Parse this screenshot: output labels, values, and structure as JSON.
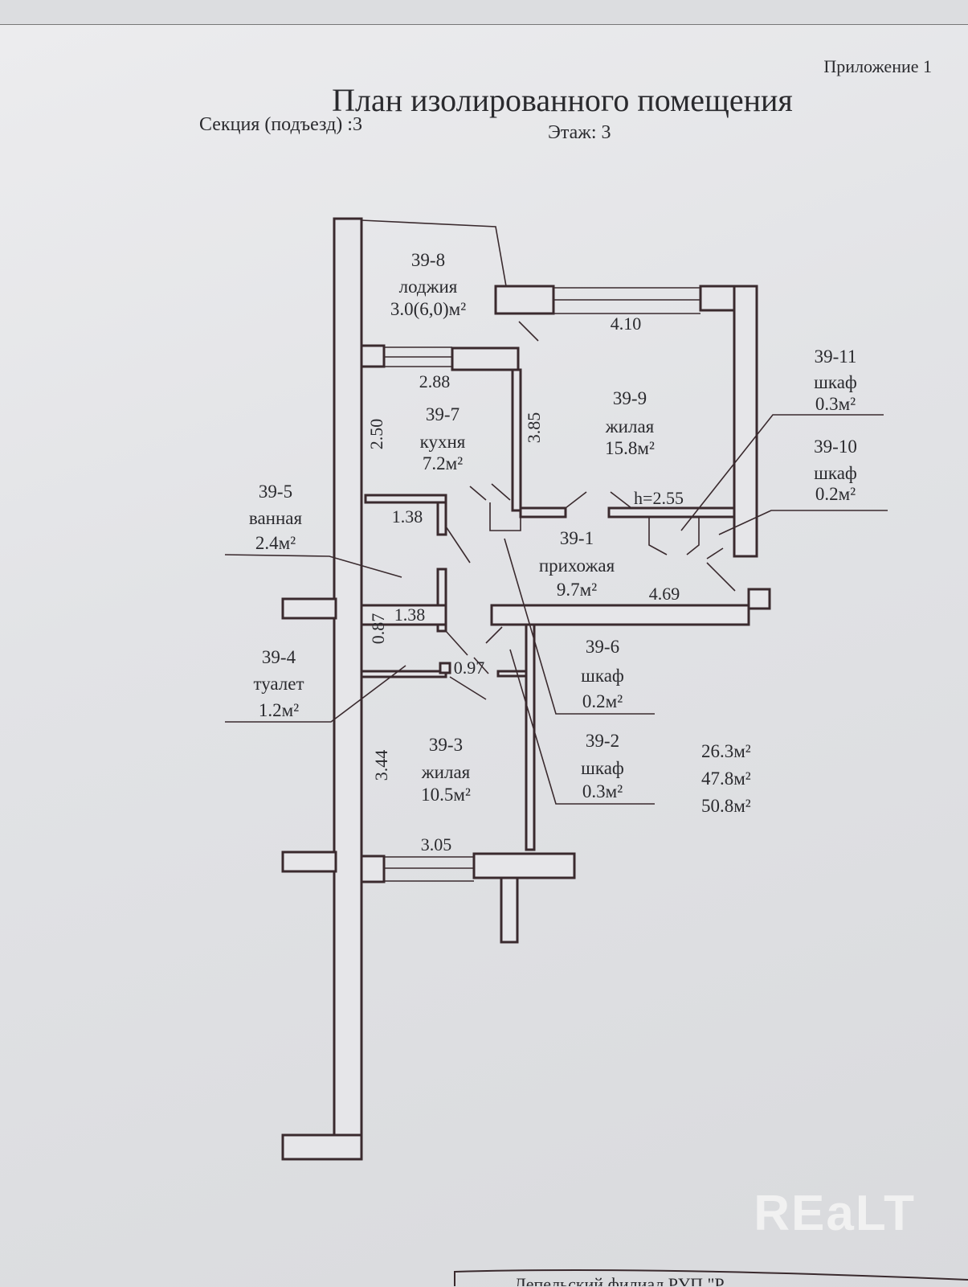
{
  "header": {
    "appendix": "Приложение 1",
    "title": "План изолированного помещения",
    "section": "Секция (подъезд) :3",
    "floor": "Этаж: 3"
  },
  "rooms": [
    {
      "id": "39-8",
      "name": "лоджия",
      "area": "3.0(6,0)м²"
    },
    {
      "id": "39-9",
      "name": "жилая",
      "area": "15.8м²"
    },
    {
      "id": "39-7",
      "name": "кухня",
      "area": "7.2м²"
    },
    {
      "id": "39-11",
      "name": "шкаф",
      "area": "0.3м²"
    },
    {
      "id": "39-10",
      "name": "шкаф",
      "area": "0.2м²"
    },
    {
      "id": "39-5",
      "name": "ванная",
      "area": "2.4м²"
    },
    {
      "id": "39-1",
      "name": "прихожая",
      "area": "9.7м²"
    },
    {
      "id": "39-4",
      "name": "туалет",
      "area": "1.2м²"
    },
    {
      "id": "39-6",
      "name": "шкаф",
      "area": "0.2м²"
    },
    {
      "id": "39-3",
      "name": "жилая",
      "area": "10.5м²"
    },
    {
      "id": "39-2",
      "name": "шкаф",
      "area": "0.3м²"
    }
  ],
  "dimensions": {
    "d410": "4.10",
    "d288": "2.88",
    "d385": "3.85",
    "d250": "2.50",
    "h255": "h=2.55",
    "d138a": "1.38",
    "d469": "4.69",
    "d087": "0.87",
    "d138b": "1.38",
    "d097": "0.97",
    "d344": "3.44",
    "d305": "3.05"
  },
  "totals": [
    "26.3м²",
    "47.8м²",
    "50.8м²"
  ],
  "footer": {
    "issuer": "Лепельский филиал РУП \"Р"
  },
  "watermark": "REaLT"
}
